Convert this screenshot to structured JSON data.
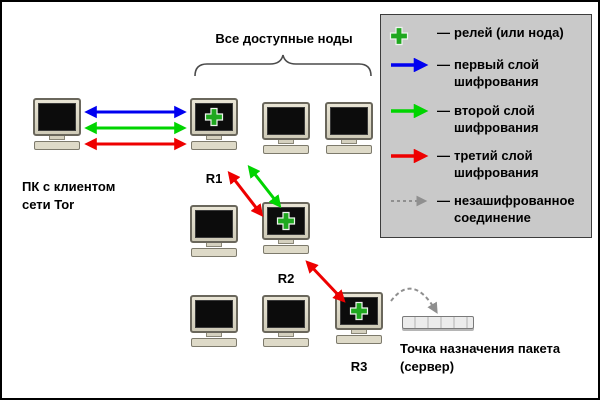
{
  "diagram": {
    "nodes_title": "Все доступные ноды",
    "client_label": "ПК с клиентом\nсети Tor",
    "relay_labels": {
      "r1": "R1",
      "r2": "R2",
      "r3": "R3"
    },
    "server_label": "Точка назначения пакета\n(сервер)"
  },
  "legend": {
    "dash": "—",
    "items": [
      {
        "icon": "relay-plus-icon",
        "label": "релей (или нода)"
      },
      {
        "icon": "first-layer-arrow-icon",
        "label": "первый слой\nшифрования"
      },
      {
        "icon": "second-layer-arrow-icon",
        "label": "второй слой\nшифрования"
      },
      {
        "icon": "third-layer-arrow-icon",
        "label": "третий слой\nшифрования"
      },
      {
        "icon": "unencrypted-arrow-icon",
        "label": "незашифрованное\nсоединение"
      }
    ]
  },
  "colors": {
    "first_layer": "#0000f0",
    "second_layer": "#00d400",
    "third_layer": "#ee0000",
    "unencrypted": "#8f8f8f",
    "relay_plus": "#1fa81f",
    "legend_background": "#c9c9c9"
  }
}
